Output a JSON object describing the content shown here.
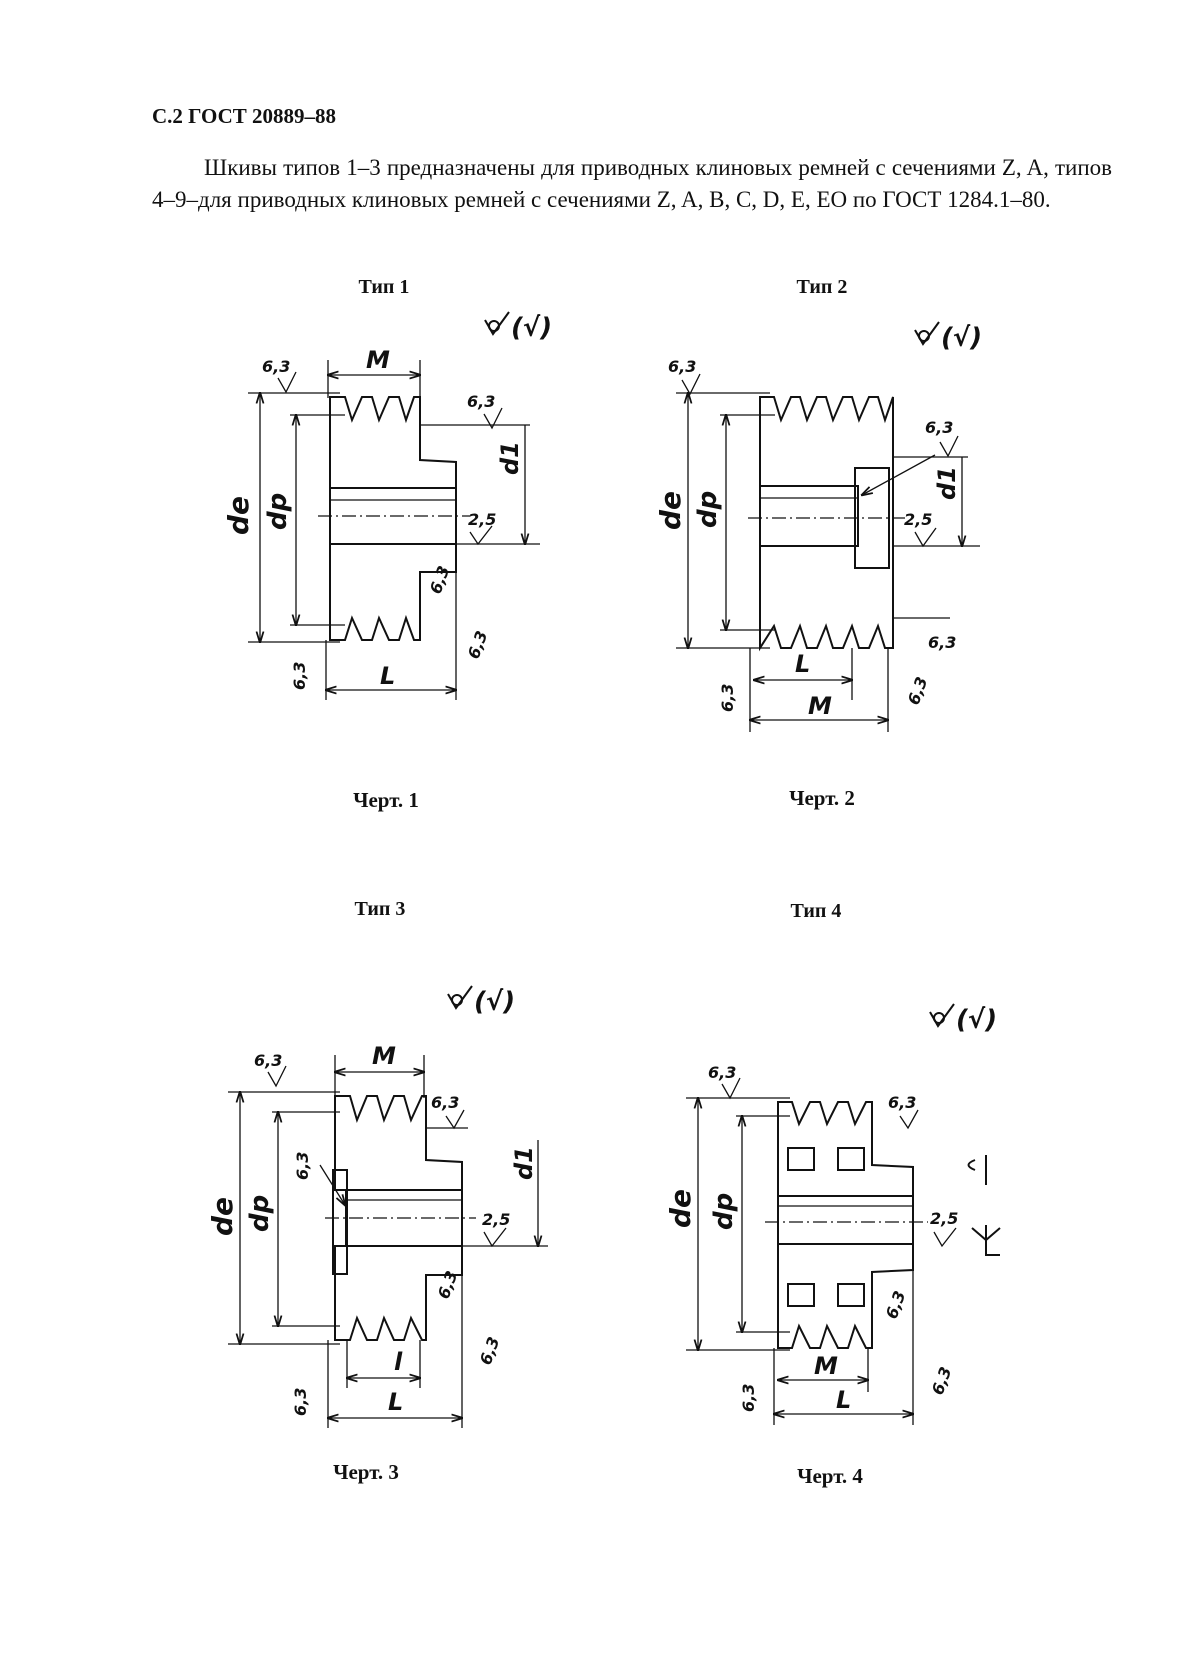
{
  "page": {
    "header": "С.2 ГОСТ 20889–88",
    "intro": "Шкивы типов 1–3 предназначены для приводных клиновых ремней с сечениями Z, A, типов 4–9–для приводных клиновых ремней с сечениями Z, A, B, C, D, E, EO по ГОСТ 1284.1–80."
  },
  "figures": [
    {
      "type_label": "Тип 1",
      "caption": "Черт. 1",
      "roughness_mark": "(√)",
      "labels": {
        "de": "de",
        "dp": "dp",
        "d1": "d1",
        "M": "M",
        "L": "L",
        "r63": "6,3",
        "r25": "2,5"
      }
    },
    {
      "type_label": "Тип 2",
      "caption": "Черт. 2",
      "roughness_mark": "(√)",
      "labels": {
        "de": "de",
        "dp": "dp",
        "d1": "d1",
        "M": "M",
        "L": "L",
        "r63": "6,3",
        "r25": "2,5"
      }
    },
    {
      "type_label": "Тип 3",
      "caption": "Черт. 3",
      "roughness_mark": "(√)",
      "labels": {
        "de": "de",
        "dp": "dp",
        "d1": "d1",
        "M": "M",
        "L": "L",
        "l": "l",
        "r63": "6,3",
        "r25": "2,5"
      }
    },
    {
      "type_label": "Тип 4",
      "caption": "Черт. 4",
      "roughness_mark": "(√)",
      "labels": {
        "de": "de",
        "dp": "dp",
        "M": "M",
        "L": "L",
        "r63": "6,3",
        "r25": "2,5"
      }
    }
  ]
}
